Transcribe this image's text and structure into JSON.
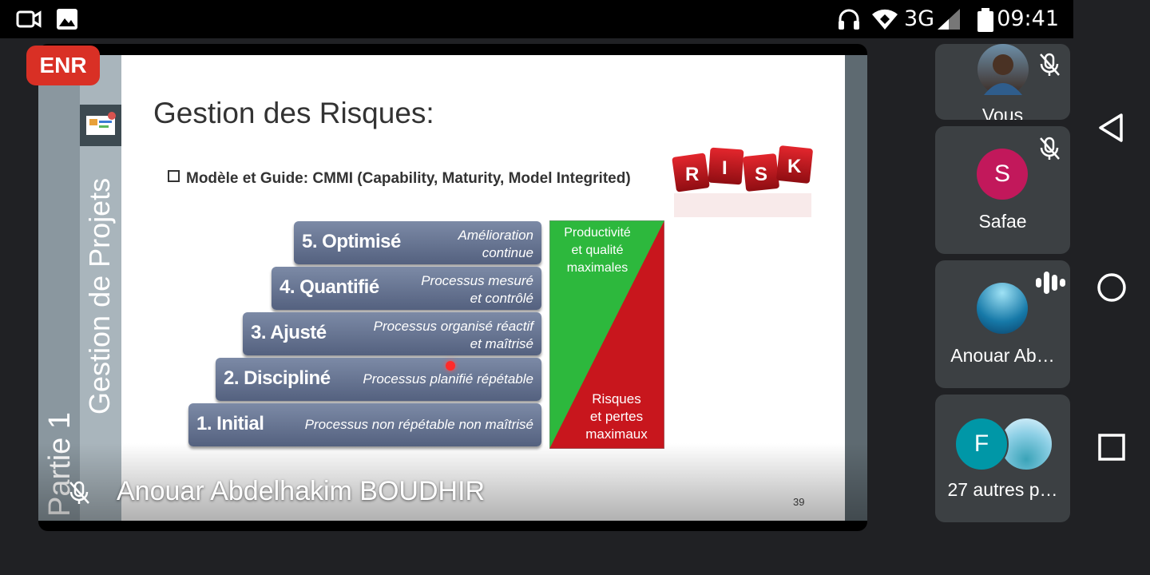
{
  "status_bar": {
    "time": "09:41",
    "network": "3G",
    "icons": [
      "video-camera-icon",
      "image-icon",
      "headphones-icon",
      "wifi-icon",
      "signal-icon",
      "battery-icon"
    ]
  },
  "recording_badge": "ENR",
  "presentation": {
    "sidebar_part": "Partie 1",
    "sidebar_course": "Gestion de Projets",
    "title": "Gestion des Risques:",
    "bullet": "Modèle et Guide: CMMI (Capability, Maturity, Model Integrited)",
    "risk_letters": [
      "R",
      "I",
      "S",
      "K"
    ],
    "levels": [
      {
        "name": "5. Optimisé",
        "desc1": "Amélioration",
        "desc2": "continue"
      },
      {
        "name": "4. Quantifié",
        "desc1": "Processus mesuré",
        "desc2": "et contrôlé"
      },
      {
        "name": "3. Ajusté",
        "desc1": "Processus organisé réactif",
        "desc2": "et maîtrisé"
      },
      {
        "name": "2. Discipliné",
        "desc1": "Processus planifié répétable",
        "desc2": ""
      },
      {
        "name": "1. Initial",
        "desc1": "Processus non répétable non maîtrisé",
        "desc2": ""
      }
    ],
    "triangle_top": [
      "Productivité",
      "et qualité",
      "maximales"
    ],
    "triangle_bottom": [
      "Risques",
      "et pertes",
      "maximaux"
    ],
    "page_number": "39",
    "colors": {
      "green": "#2db83d",
      "red": "#c8161d",
      "step": "#606d8a"
    }
  },
  "speaker_name": "Anouar Abdelhakim BOUDHIR",
  "participants": [
    {
      "label": "Vous",
      "muted": true,
      "avatar": "photo"
    },
    {
      "label": "Safae",
      "muted": true,
      "avatar_letter": "S",
      "avatar_color": "#c2185b"
    },
    {
      "label": "Anouar Ab…",
      "speaking": true,
      "avatar": "ocean-photo"
    },
    {
      "label": "27 autres p…",
      "avatar_letter": "F",
      "avatar_color": "#0097a7"
    }
  ],
  "nav_buttons": [
    "back-icon",
    "home-icon",
    "recents-icon"
  ]
}
